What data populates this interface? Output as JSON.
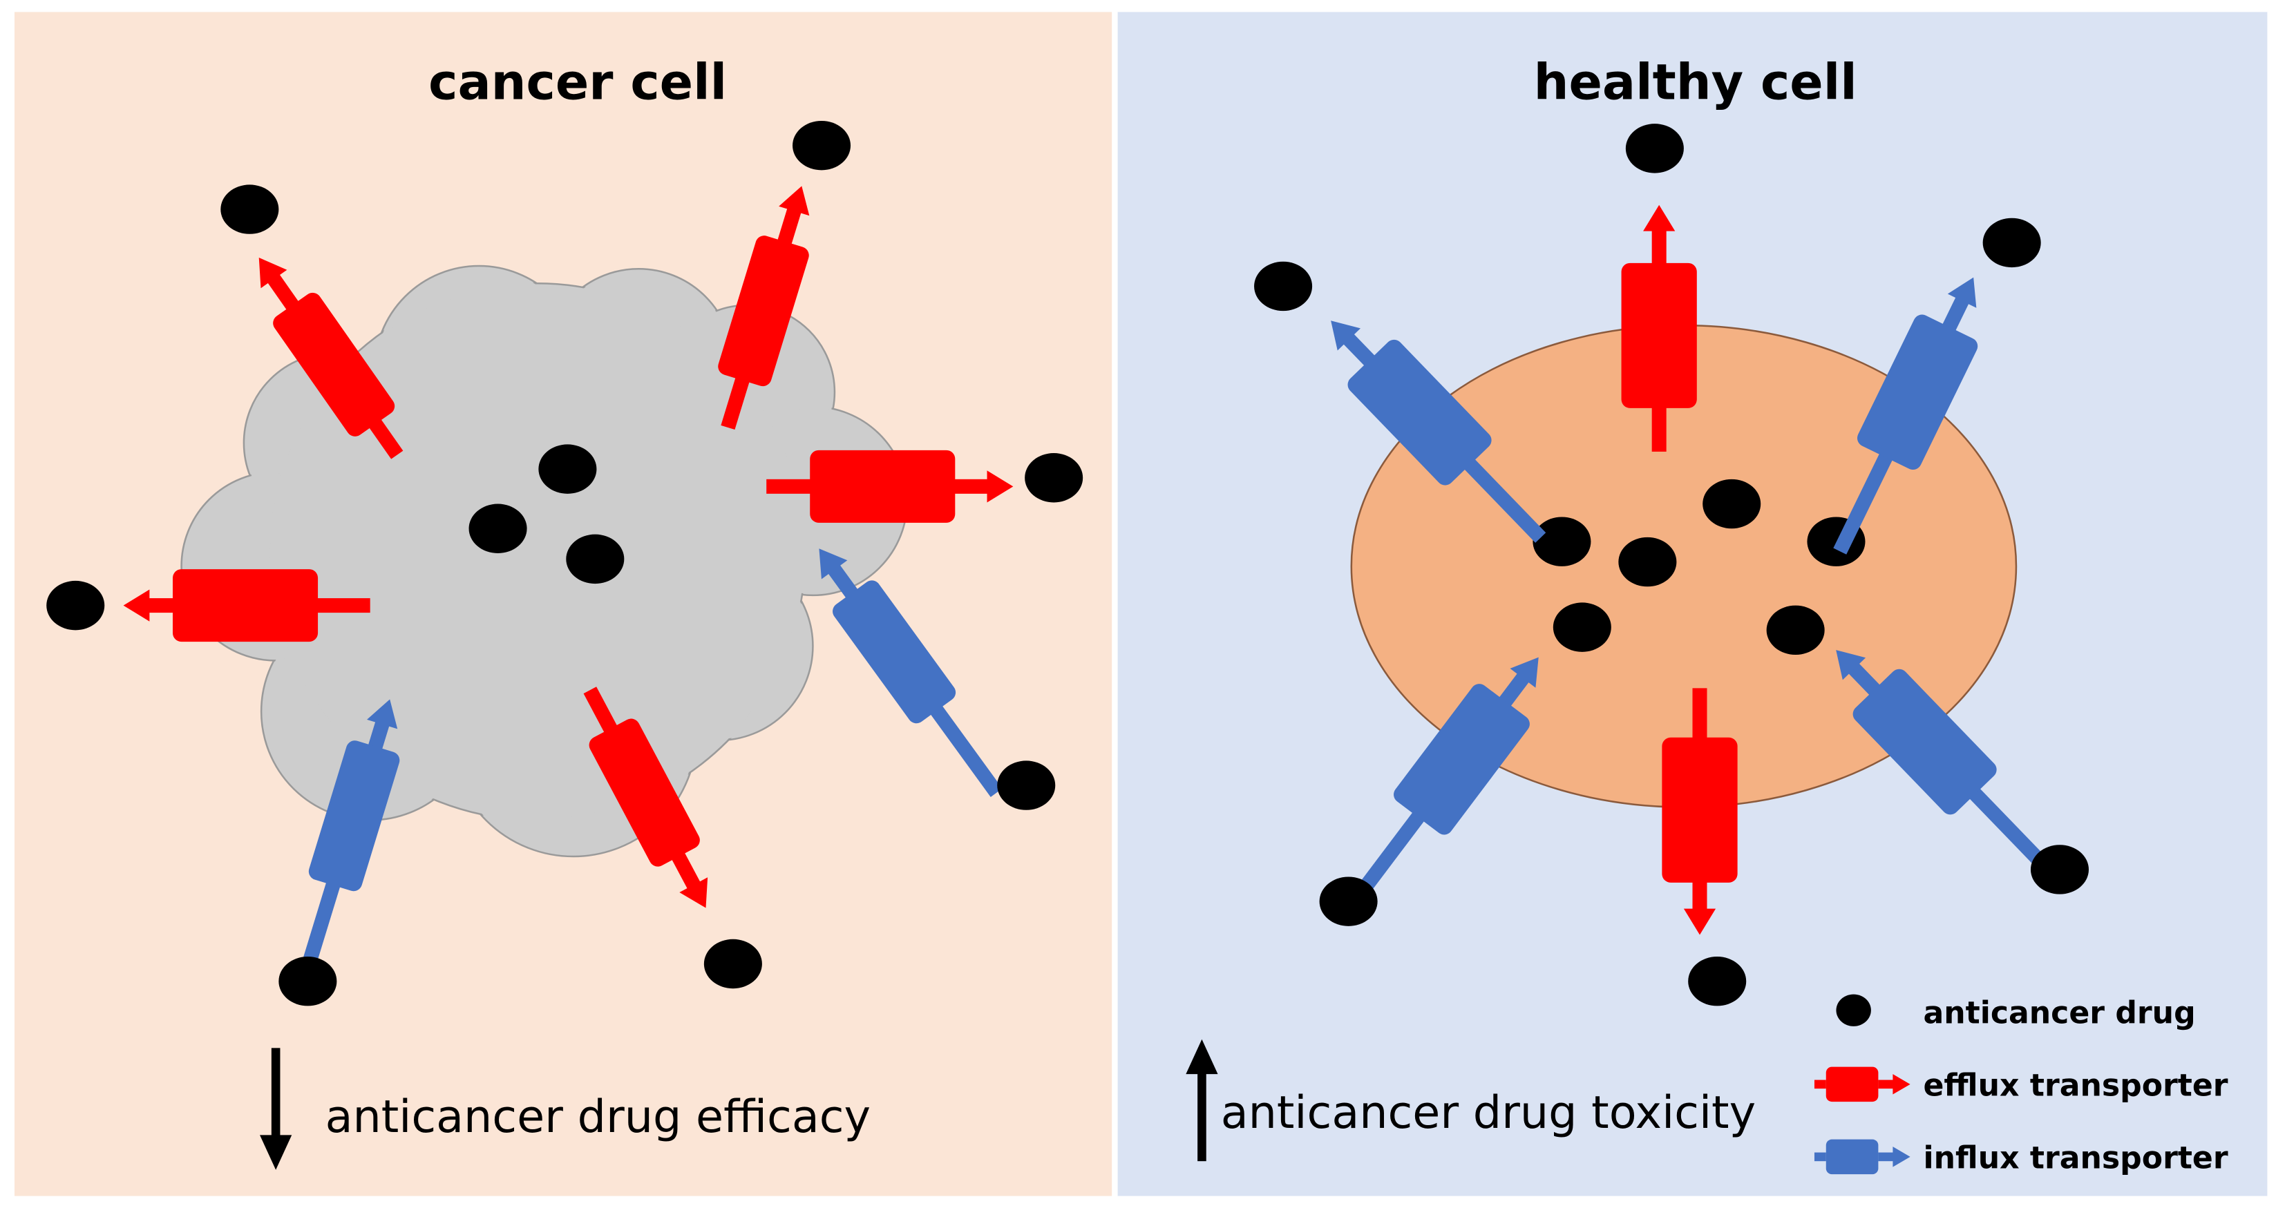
{
  "colors": {
    "cancer_panel_bg": "#FBE5D6",
    "healthy_panel_bg": "#DAE3F3",
    "cancer_cell_fill": "#CDCDCD",
    "cancer_cell_stroke": "#9A9A9A",
    "healthy_cell_fill": "#F4B183",
    "healthy_cell_stroke": "#8B5A3C",
    "efflux": "#FF0000",
    "influx": "#4472C4",
    "drug": "#000000"
  },
  "cancer_panel": {
    "title": "cancer cell",
    "caption": "anticancer drug efficacy",
    "caption_arrow": "down"
  },
  "healthy_panel": {
    "title": "healthy cell",
    "caption": "anticancer drug toxicity",
    "caption_arrow": "up"
  },
  "legend": {
    "drug": "anticancer drug",
    "efflux": "efflux transporter",
    "influx": "influx transporter"
  }
}
